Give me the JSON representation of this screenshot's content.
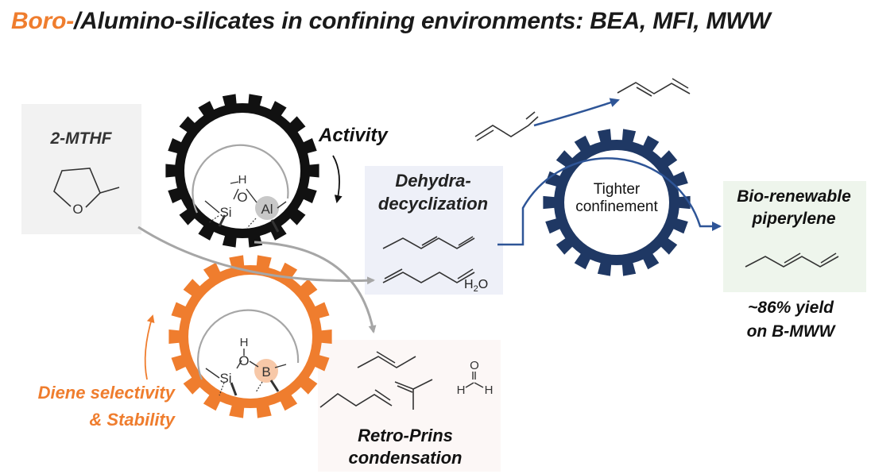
{
  "title": {
    "highlight": "Boro-",
    "rest": "/Alumino-silicates in confining environments: BEA, MFI, MWW"
  },
  "feed": {
    "label": "2-MTHF",
    "ring_atom": "O"
  },
  "al_site": {
    "label": "Activity",
    "atoms": {
      "si": "Si",
      "o": "O",
      "h": "H",
      "metal": "Al"
    }
  },
  "b_site": {
    "label_line1": "Diene selectivity",
    "label_line2": "& Stability",
    "atoms": {
      "si": "Si",
      "o": "O",
      "h": "H",
      "metal": "B"
    }
  },
  "dehydra": {
    "title_line1": "Dehydra-",
    "title_line2": "decyclization",
    "water": "H",
    "water_sub": "2",
    "water_o": "O"
  },
  "retro": {
    "title_line1": "Retro-Prins",
    "title_line2": "condensation",
    "formaldehyde": {
      "o": "O",
      "h": "H"
    }
  },
  "confinement": {
    "line1": "Tighter",
    "line2": "confinement"
  },
  "product": {
    "line1": "Bio-renewable",
    "line2": "piperylene",
    "yield_line1": "~86% yield",
    "yield_line2": "on B-MWW"
  },
  "colors": {
    "orange": "#ef7d2e",
    "black": "#111111",
    "navy": "#1f3864",
    "arrow_blue": "#2e5597",
    "grey_arrow": "#a6a6a6",
    "feed_box": "#f2f2f2",
    "dehydra_box": "#eef0f8",
    "retro_box": "#fcf7f6",
    "product_box": "#eef5ec",
    "al_fill": "#c8c8c8",
    "b_fill": "#f7c8a8"
  }
}
